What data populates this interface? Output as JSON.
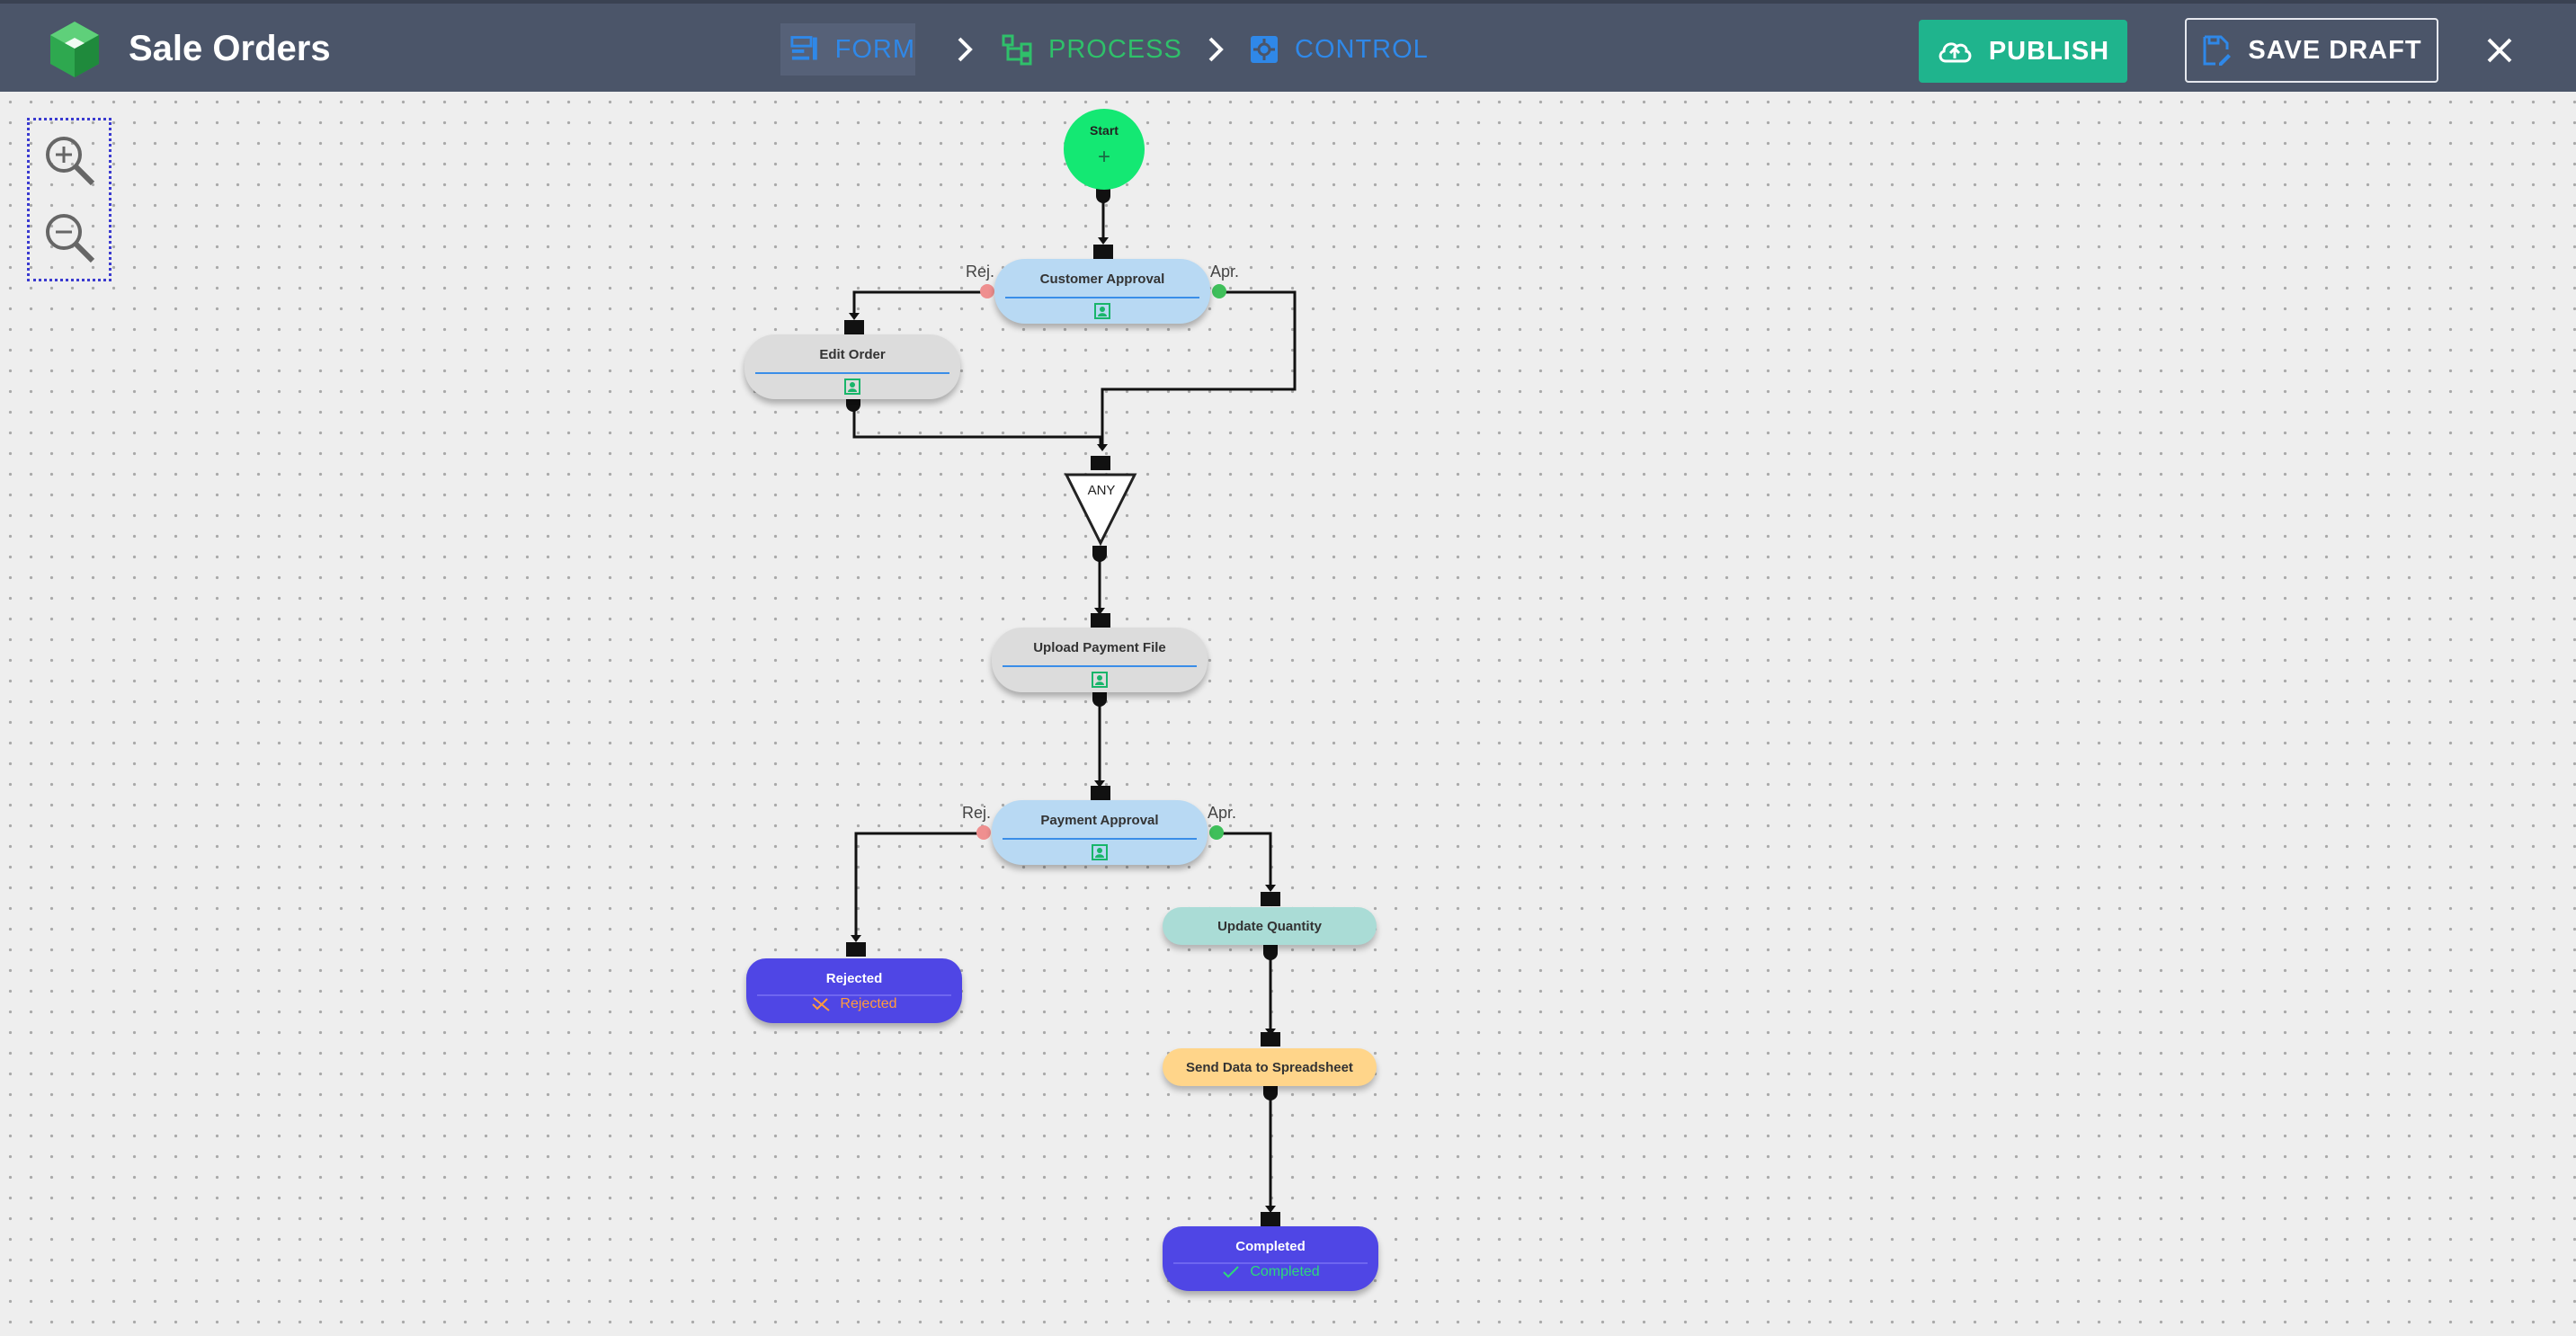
{
  "header": {
    "title": "Sale Orders",
    "steps": [
      {
        "label": "FORM",
        "icon": "form-icon"
      },
      {
        "label": "PROCESS",
        "icon": "process-icon"
      },
      {
        "label": "CONTROL",
        "icon": "control-icon"
      }
    ],
    "publish_label": "PUBLISH",
    "save_draft_label": "SAVE DRAFT",
    "close_icon": "close-icon"
  },
  "zoom": {
    "in_icon": "zoom-in-icon",
    "out_icon": "zoom-out-icon"
  },
  "flow": {
    "start": "Start",
    "any_gateway": "ANY",
    "nodes": {
      "customer_approval": "Customer Approval",
      "edit_order": "Edit Order",
      "upload_payment_file": "Upload Payment File",
      "payment_approval": "Payment Approval",
      "update_quantity": "Update Quantity",
      "send_to_spreadsheet": "Send Data to Spreadsheet",
      "rejected": "Rejected",
      "rejected_status": "Rejected",
      "completed": "Completed",
      "completed_status": "Completed"
    },
    "edge_labels": {
      "reject": "Rej.",
      "approve": "Apr."
    }
  },
  "colors": {
    "header_bg": "#4b5569",
    "publish": "#1fb48d",
    "start": "#14e873",
    "approval": "#b8d9f3",
    "task": "#dcdcdc",
    "update": "#aadcd6",
    "spreadsheet": "#ffd58a",
    "end_state": "#4f46e5"
  }
}
